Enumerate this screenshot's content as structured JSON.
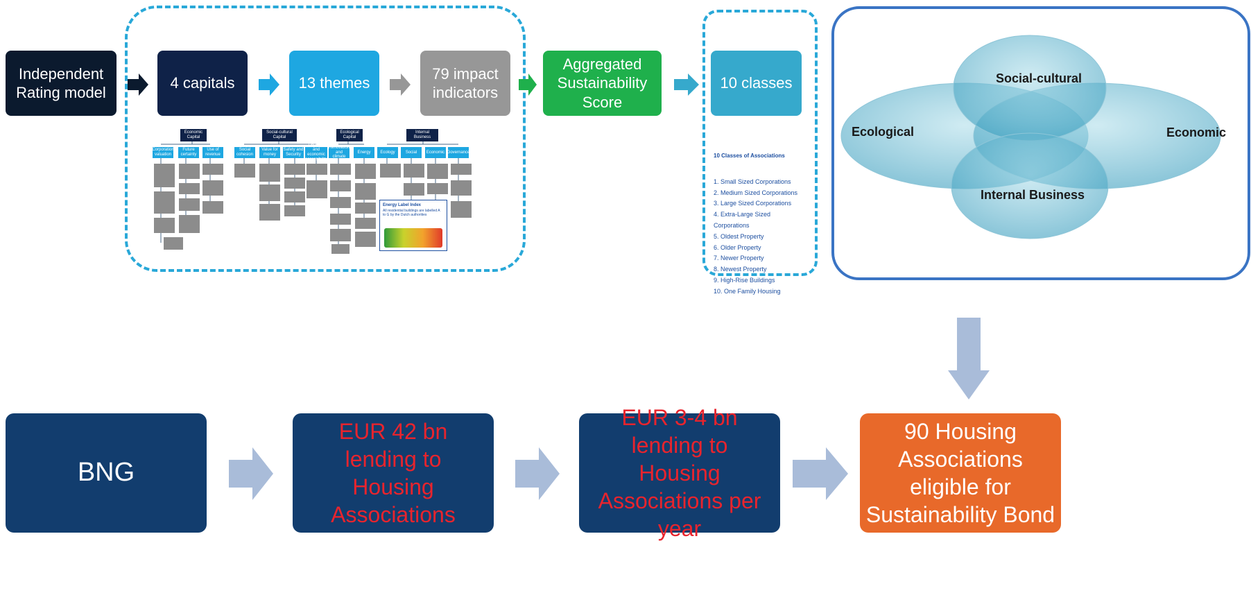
{
  "flow": {
    "rating_model": "Independent Rating model",
    "capitals": "4 capitals",
    "themes": "13 themes",
    "indicators": "79 impact indicators",
    "aggregated": "Aggregated Sustainability Score",
    "classes": "10 classes"
  },
  "tree": {
    "capitals": [
      "Economic Capital",
      "Social-cultural Capital",
      "Ecological Capital",
      "Internal Business"
    ],
    "themes": [
      "Corporation valuation",
      "Future certainty",
      "Use of revenue",
      "Social cohesion",
      "Value for money",
      "Safety and Security",
      "Physical and economic accessibility",
      "Renovation and climate",
      "Energy",
      "Ecology",
      "Social",
      "Economic",
      "Governance"
    ],
    "energy_label": {
      "title": "Energy Label Index",
      "bullet": "All residential buildings are labelled A to G by the Dutch authorities"
    }
  },
  "classes_list": {
    "title": "10 Classes of Associations",
    "items": [
      "1.   Small Sized Corporations",
      "2.   Medium Sized Corporations",
      "3.   Large Sized Corporations",
      "4.   Extra-Large Sized Corporations",
      "5.   Oldest Property",
      "6.   Older Property",
      "7.   Newer Property",
      "8.   Newest Property",
      "9.   High-Rise Buildings",
      "10. One Family Housing"
    ]
  },
  "venn": {
    "top": "Social-cultural",
    "left": "Ecological",
    "right": "Economic",
    "bottom": "Internal Business"
  },
  "bottom": {
    "bng": "BNG",
    "lending": "EUR 42 bn lending to Housing Associations",
    "per_year": "EUR 3-4 bn lending to Housing Associations per year",
    "eligible": "90 Housing Associations eligible for Sustainability Bond"
  },
  "colors": {
    "navy_black": "#0b1a2e",
    "navy": "#0f2248",
    "light_blue": "#1ea7e1",
    "gray": "#979797",
    "green": "#1fb04c",
    "teal": "#36a9cc",
    "dark_blue_box": "#123d6e",
    "orange": "#e8692a",
    "red_text": "#e8242d",
    "arrow_pale": "#a9bcd9"
  }
}
